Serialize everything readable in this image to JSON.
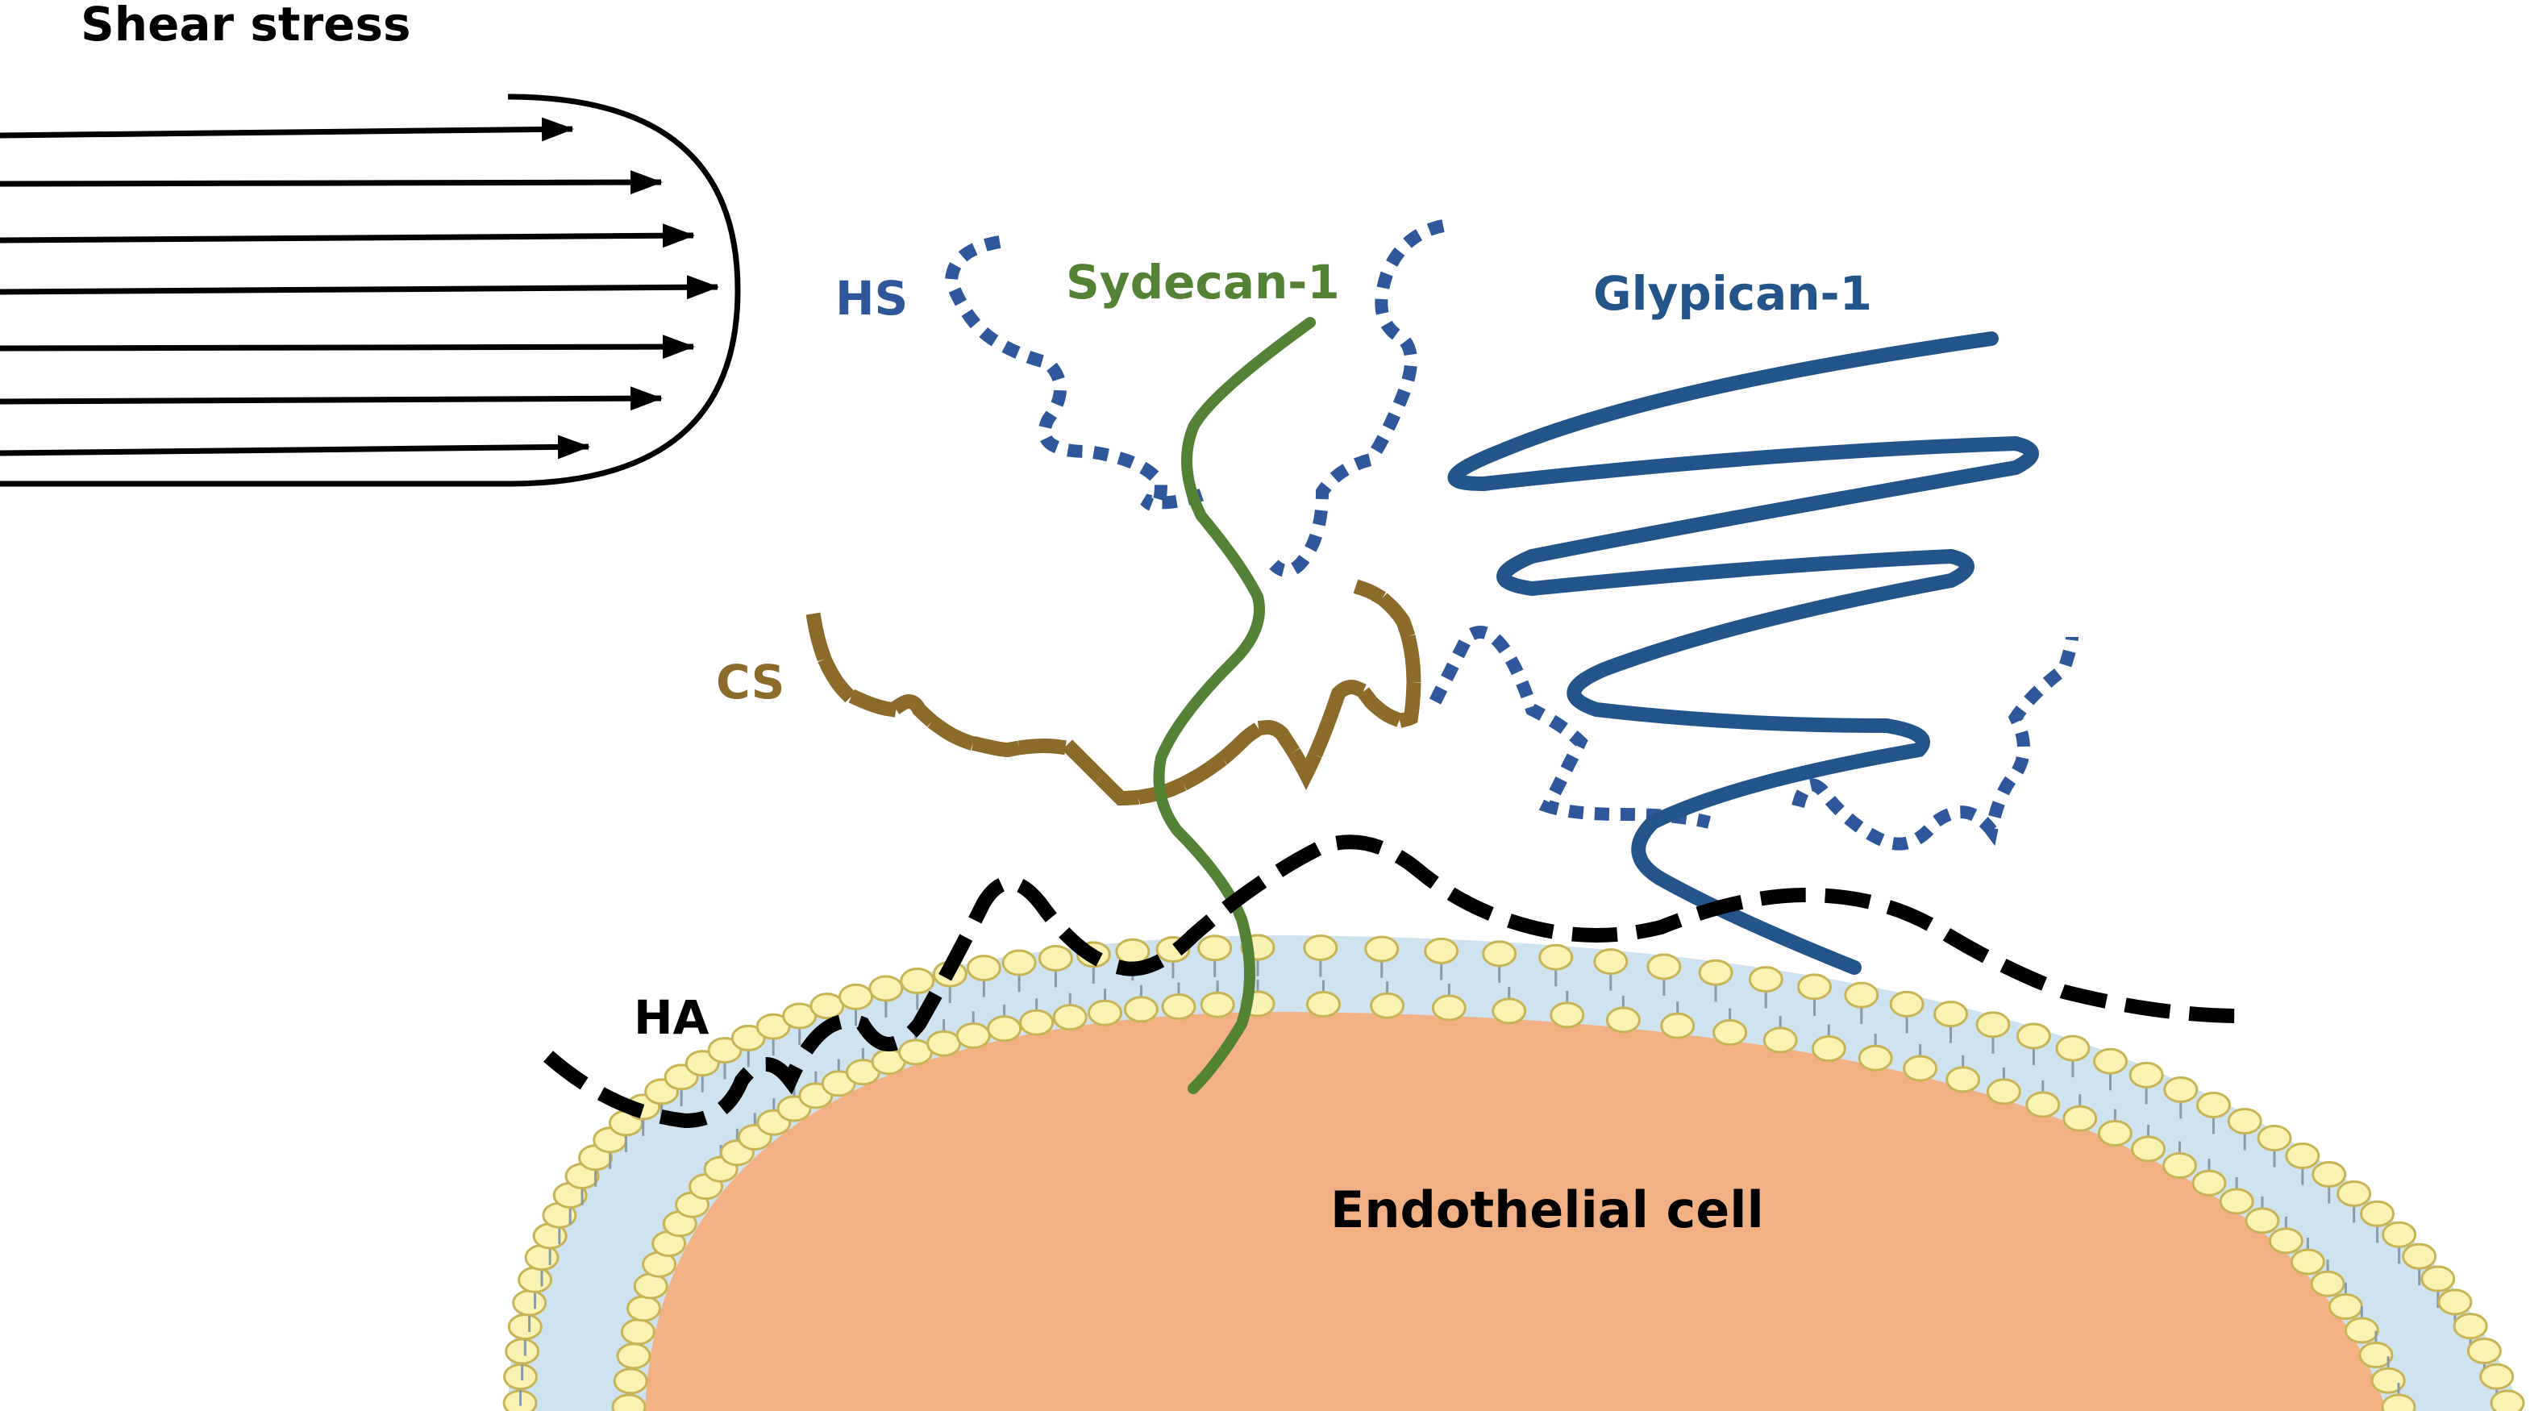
{
  "labels": {
    "shear_stress": "Shear stress",
    "hs": "HS",
    "syndecan": "Sydecan-1",
    "glypican": "Glypican-1",
    "cs": "CS",
    "ha": "HA",
    "cell": "Endothelial cell"
  },
  "colors": {
    "background": "#ffffff",
    "cytoplasm": "#f2b184",
    "membrane_band": "#cfe2f0",
    "lipid_head_fill": "#faf2b3",
    "lipid_head_stroke": "#c7b455",
    "lipid_tail": "#8a9aa6",
    "hs_chain": "#2f579c",
    "syndecan": "#548235",
    "glypican": "#24558a",
    "cs_chain": "#8c6a2a",
    "ha_chain": "#000000",
    "arrow": "#000000",
    "text_dark": "#000000"
  },
  "icons": {
    "flow_arrows": "shear-flow-arrows",
    "membrane": "phospholipid-bilayer"
  }
}
